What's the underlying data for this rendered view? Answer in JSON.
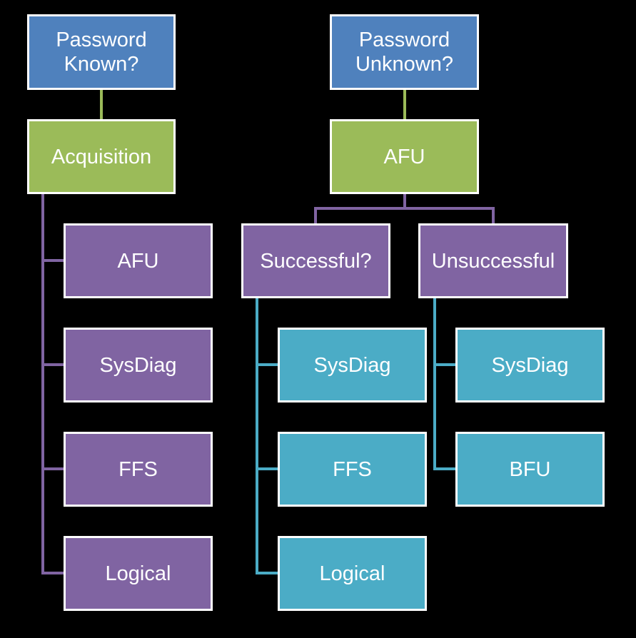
{
  "colors": {
    "background": "#000000",
    "question": "#4f81bd",
    "method": "#9bbb59",
    "branch": "#8064a2",
    "leaf": "#4bacc6",
    "border": "#ffffff"
  },
  "left_tree": {
    "question": "Password\nKnown?",
    "method": "Acquisition",
    "children": [
      "AFU",
      "SysDiag",
      "FFS",
      "Logical"
    ]
  },
  "right_tree": {
    "question": "Password\nUnknown?",
    "method": "AFU",
    "successful": {
      "label": "Successful?",
      "children": [
        "SysDiag",
        "FFS",
        "Logical"
      ]
    },
    "unsuccessful": {
      "label": "Unsuccessful",
      "children": [
        "SysDiag",
        "BFU"
      ]
    }
  }
}
